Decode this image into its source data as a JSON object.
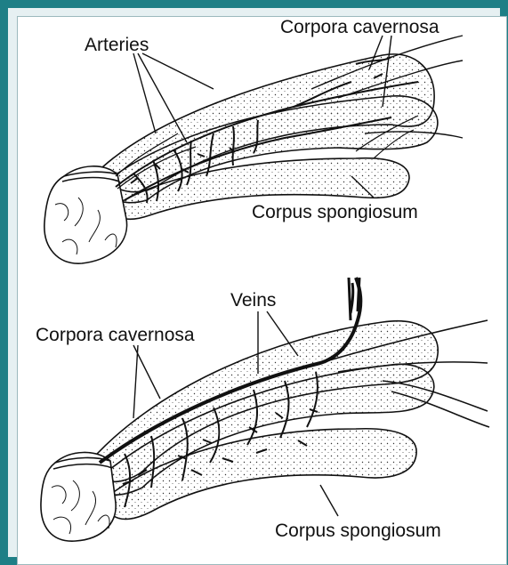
{
  "colors": {
    "frame": "#1e7f86",
    "background": "#e6f0f2",
    "ink": "#111111",
    "fill": "#ffffff"
  },
  "top_figure": {
    "labels": {
      "arteries": "Arteries",
      "corpora_cavernosa": "Corpora cavernosa",
      "corpus_spongiosum": "Corpus spongiosum"
    }
  },
  "bottom_figure": {
    "labels": {
      "veins": "Veins",
      "corpora_cavernosa": "Corpora cavernosa",
      "corpus_spongiosum": "Corpus spongiosum"
    }
  }
}
